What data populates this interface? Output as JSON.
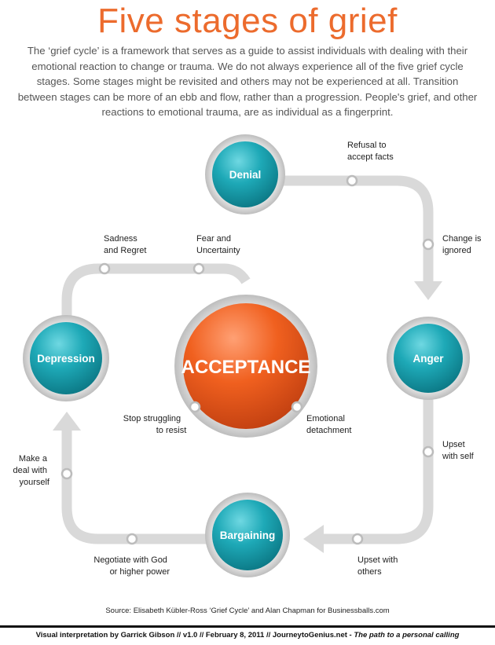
{
  "title": "Five stages of grief",
  "intro": "The ‘grief cycle’ is a framework that serves as a guide to assist individuals with dealing with their emotional reaction to change or trauma. We do not always experience all of the five grief cycle stages. Some stages might be revisited and others may not be experienced at all. Transition between stages can be more of an ebb and flow, rather than a progression.  People's grief, and other reactions to emotional trauma, are as individual as a fingerprint.",
  "stages": {
    "denial": "Denial",
    "anger": "Anger",
    "bargaining": "Bargaining",
    "depression": "Depression",
    "acceptance": "ACCEPTANCE"
  },
  "labels": {
    "refusal": [
      "Refusal to",
      "accept facts"
    ],
    "change_ignored": [
      "Change is",
      "ignored"
    ],
    "upset_self": [
      "Upset",
      "with self"
    ],
    "upset_others": [
      "Upset with",
      "others"
    ],
    "negotiate": [
      "Negotiate with God",
      "or higher power"
    ],
    "make_deal": [
      "Make a",
      "deal with",
      "yourself"
    ],
    "sadness": [
      "Sadness",
      "and Regret"
    ],
    "fear": [
      "Fear and",
      "Uncertainty"
    ],
    "stop_struggling": [
      "Stop struggling",
      "to resist"
    ],
    "emotional_detachment": [
      "Emotional",
      "detachment"
    ]
  },
  "colors": {
    "title": "#ec6b2d",
    "stage_fill": "#1aa5b3",
    "acceptance_fill": "#ee5a24",
    "path": "#d9d9d9"
  },
  "source": "Source: Elisabeth Kübler-Ross ‘Grief Cycle’ and Alan Chapman for Businessballs.com",
  "credit": {
    "main": "Visual interpretation by Garrick Gibson // v1.0 // February 8, 2011 //  JourneytoGenius.net - ",
    "tagline": "The path to a personal calling"
  }
}
